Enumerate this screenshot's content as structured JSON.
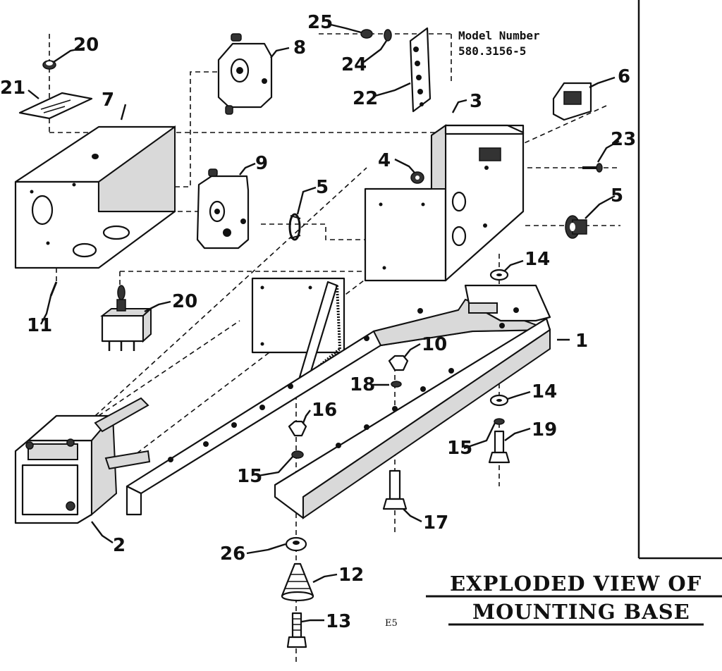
{
  "model": {
    "label": "Model Number",
    "number": "580.3156-5"
  },
  "title": {
    "line1": "EXPLODED  VIEW  OF",
    "line2": "MOUNTING  BASE"
  },
  "page_code": "E5",
  "callouts": {
    "p1": "1",
    "p2": "2",
    "p3": "3",
    "p4": "4",
    "p5a": "5",
    "p5b": "5",
    "p6": "6",
    "p7": "7",
    "p8": "8",
    "p9": "9",
    "p10": "10",
    "p11": "11",
    "p12": "12",
    "p13": "13",
    "p14a": "14",
    "p14b": "14",
    "p15a": "15",
    "p15b": "15",
    "p16": "16",
    "p17": "17",
    "p18": "18",
    "p19": "19",
    "p20a": "20",
    "p20b": "20",
    "p21": "21",
    "p22": "22",
    "p23": "23",
    "p24": "24",
    "p25": "25",
    "p26": "26"
  }
}
